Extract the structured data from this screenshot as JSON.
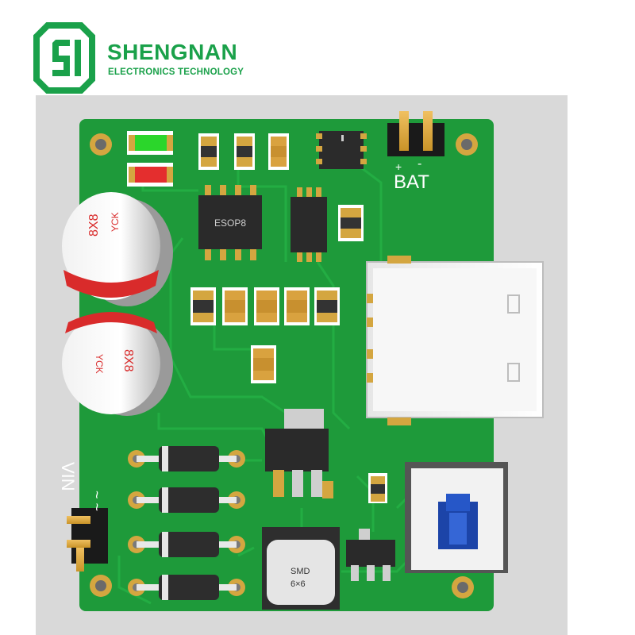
{
  "brand": {
    "name": "SHENGNAN",
    "subtitle": "ELECTRONICS TECHNOLOGY",
    "logo_icon": "sn-hexagon-logo-icon",
    "color": "#1aa14a"
  },
  "board": {
    "pcb_color": "#1e9a3a",
    "trace_color": "#23ad43",
    "background": "#d9d9d9",
    "labels": {
      "bat": "BAT",
      "bat_plus": "+",
      "bat_minus": "-",
      "vin": "VIN",
      "vin_ac": "~ ~",
      "esop8": "ESOP8",
      "cap_top": "8X8",
      "cap_top_brand": "YCK",
      "cap_bottom": "8X8",
      "cap_bottom_brand": "YCK",
      "inductor": "SMD",
      "inductor_size": "6×6"
    }
  }
}
